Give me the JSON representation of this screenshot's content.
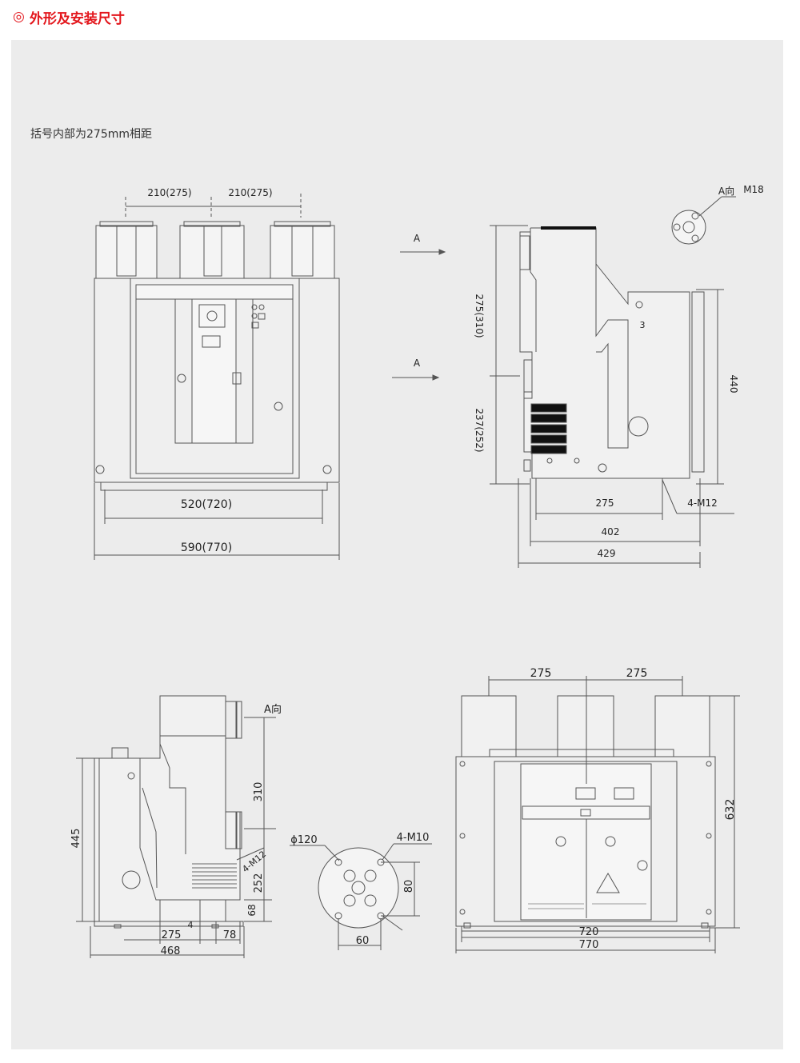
{
  "header": {
    "symbol": "◎",
    "title": "外形及安装尺寸"
  },
  "note": "括号内部为275mm相距",
  "top_front": {
    "dim_pitch_1": "210(275)",
    "dim_pitch_2": "210(275)",
    "dim_inner_width": "520(720)",
    "dim_outer_width": "590(770)"
  },
  "top_side": {
    "arrow_a_upper": "A",
    "arrow_a_lower": "A",
    "dim_upper_height": "275(310)",
    "dim_lower_height": "237(252)",
    "dim_height_440": "440",
    "dim_275": "275",
    "label_4m12": "4-M12",
    "dim_402": "402",
    "dim_429": "429",
    "label_3": "3",
    "detail_a": "A向",
    "detail_m18": "M18"
  },
  "bottom_side": {
    "label_a_view": "A向",
    "dim_310": "310",
    "dim_445": "445",
    "dim_252": "252",
    "dim_68": "68",
    "dim_4": "4",
    "label_4m12": "4-M12",
    "dim_275": "275",
    "dim_78": "78",
    "dim_468": "468"
  },
  "bottom_circle": {
    "label_phi120": "ϕ120",
    "label_4m10": "4-M10",
    "dim_80": "80",
    "dim_60": "60"
  },
  "bottom_front": {
    "dim_275_left": "275",
    "dim_275_right": "275",
    "dim_632": "632",
    "dim_720": "720",
    "dim_770": "770"
  }
}
